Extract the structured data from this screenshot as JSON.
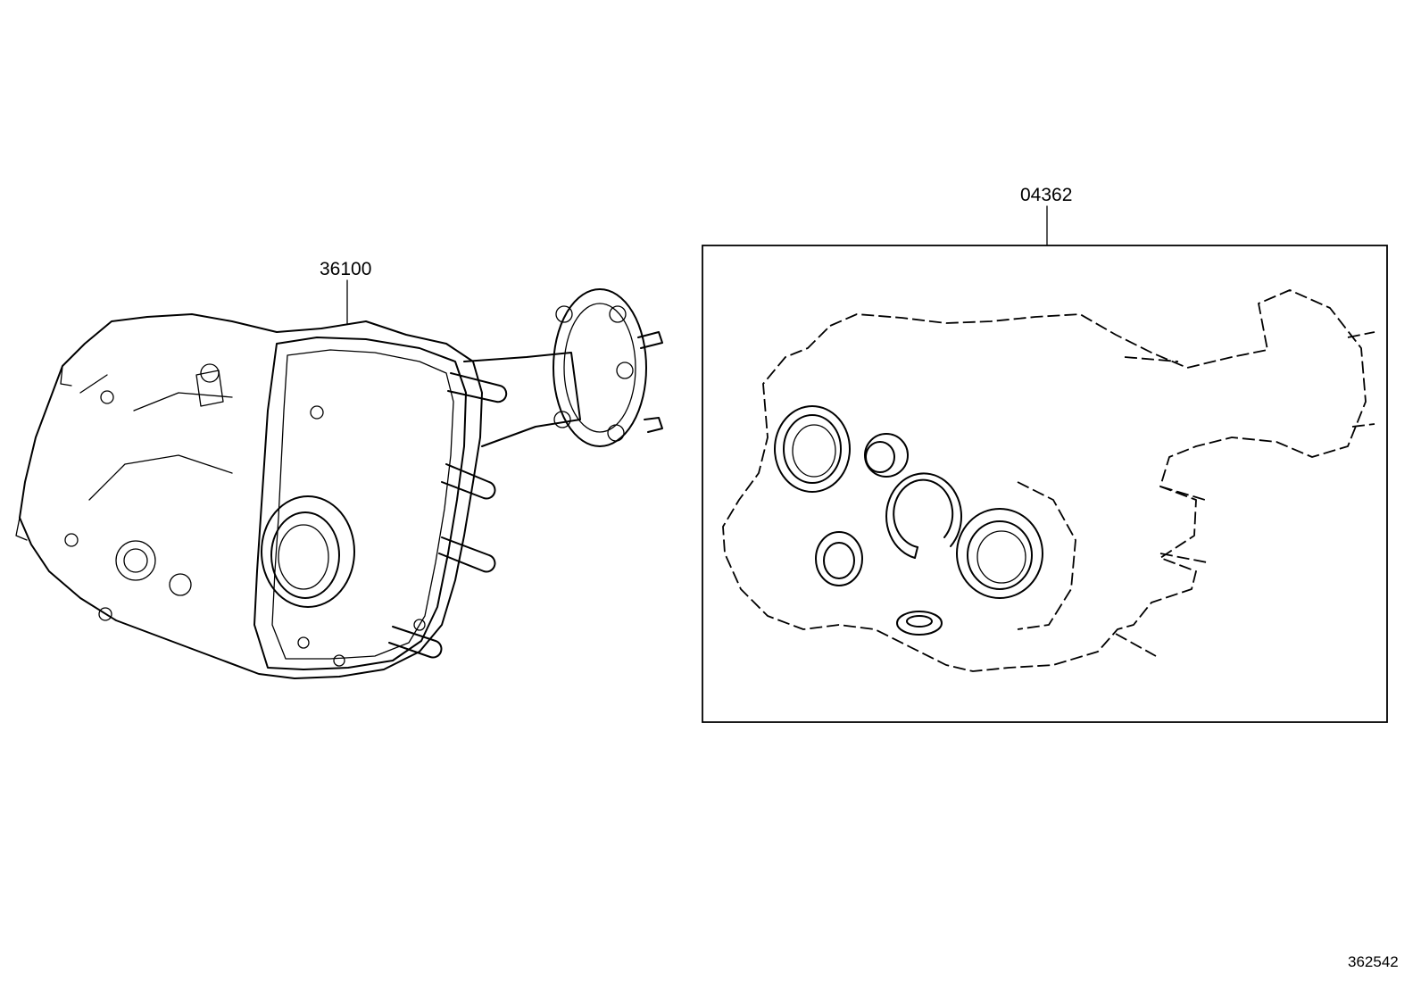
{
  "labels": {
    "assembly_part_no": "36100",
    "kit_part_no": "04362",
    "illustration_no": "362542"
  },
  "icons": {
    "differential_assembly": "differential-carrier-drawing",
    "gasket_kit": "seal-kit-drawing"
  }
}
